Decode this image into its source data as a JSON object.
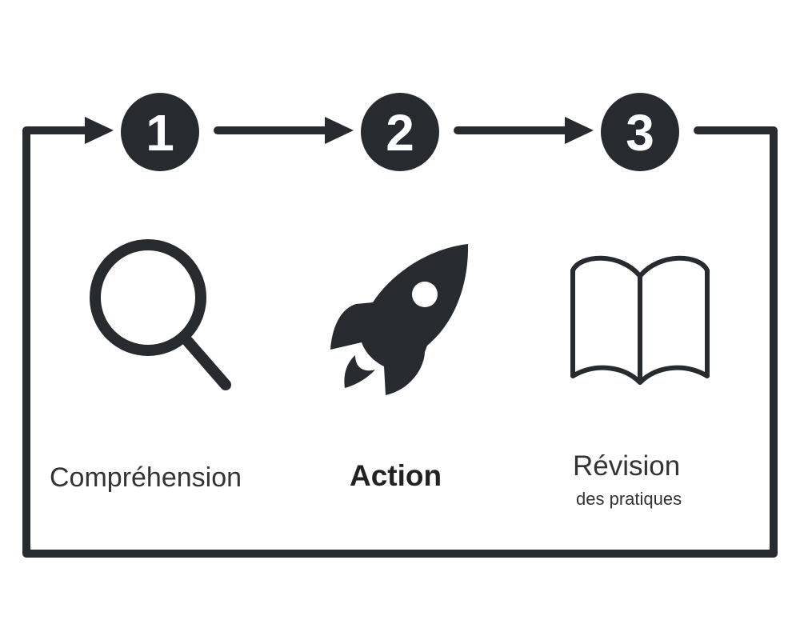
{
  "colors": {
    "ink": "#272b2f",
    "text": "#333333",
    "background": "#ffffff"
  },
  "steps": [
    {
      "number": "1",
      "icon": "magnifier-icon",
      "label": "Compréhension"
    },
    {
      "number": "2",
      "icon": "rocket-icon",
      "label": "Action"
    },
    {
      "number": "3",
      "icon": "open-book-icon",
      "label": "Révision",
      "sublabel": "des pratiques"
    }
  ]
}
